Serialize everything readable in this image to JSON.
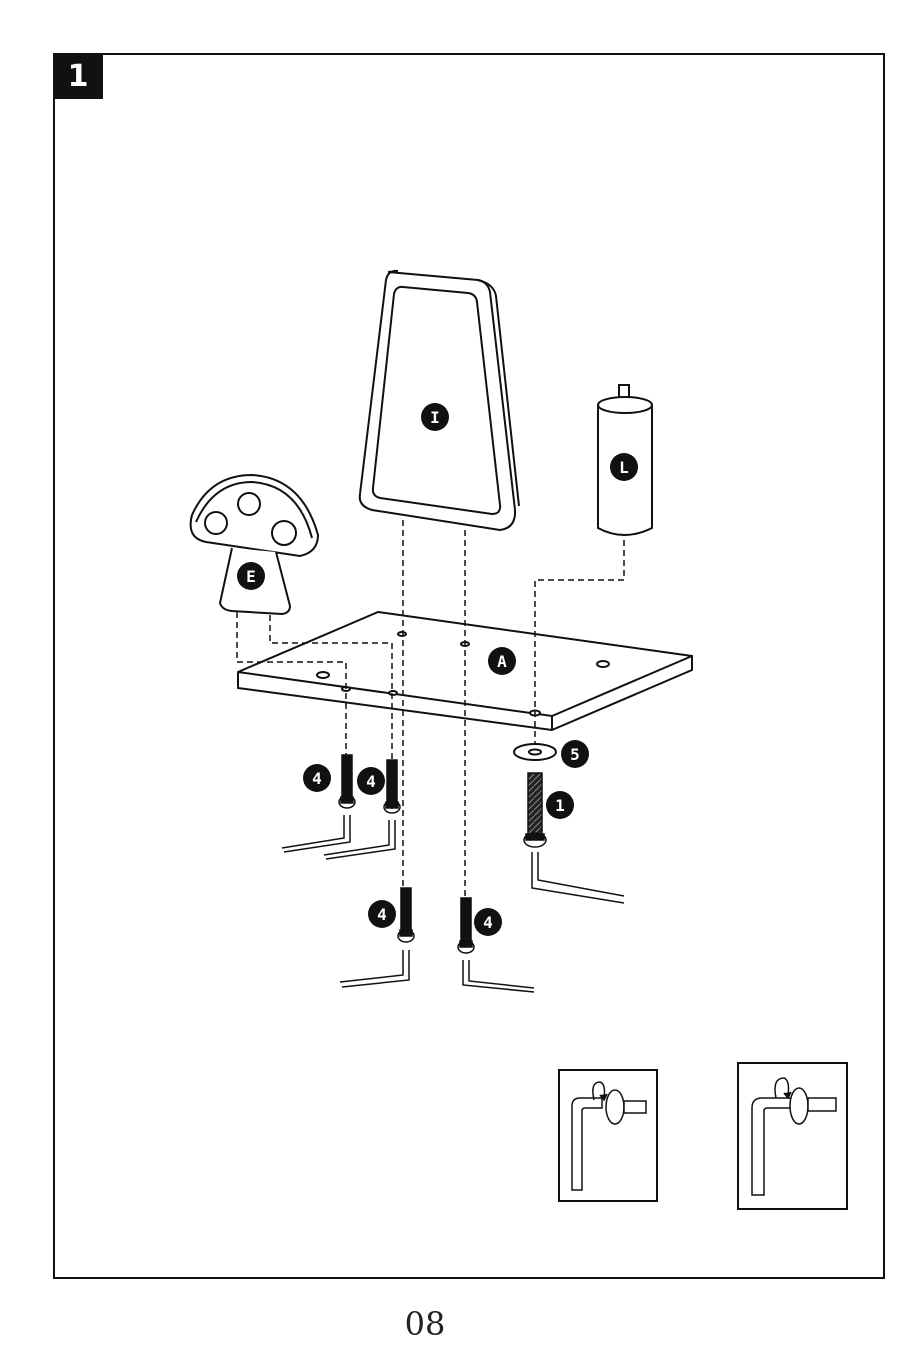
{
  "step": {
    "number": "1"
  },
  "page": {
    "number": "08"
  },
  "parts": {
    "I": "I",
    "L": "L",
    "E": "E",
    "A": "A"
  },
  "hardware": {
    "bolt_4": "4",
    "bolt_1": "1",
    "washer_5": "5"
  },
  "colors": {
    "ink": "#111111",
    "paper": "#ffffff"
  },
  "icons": [
    "allen-key-icon",
    "tighten-clockwise-icon"
  ]
}
